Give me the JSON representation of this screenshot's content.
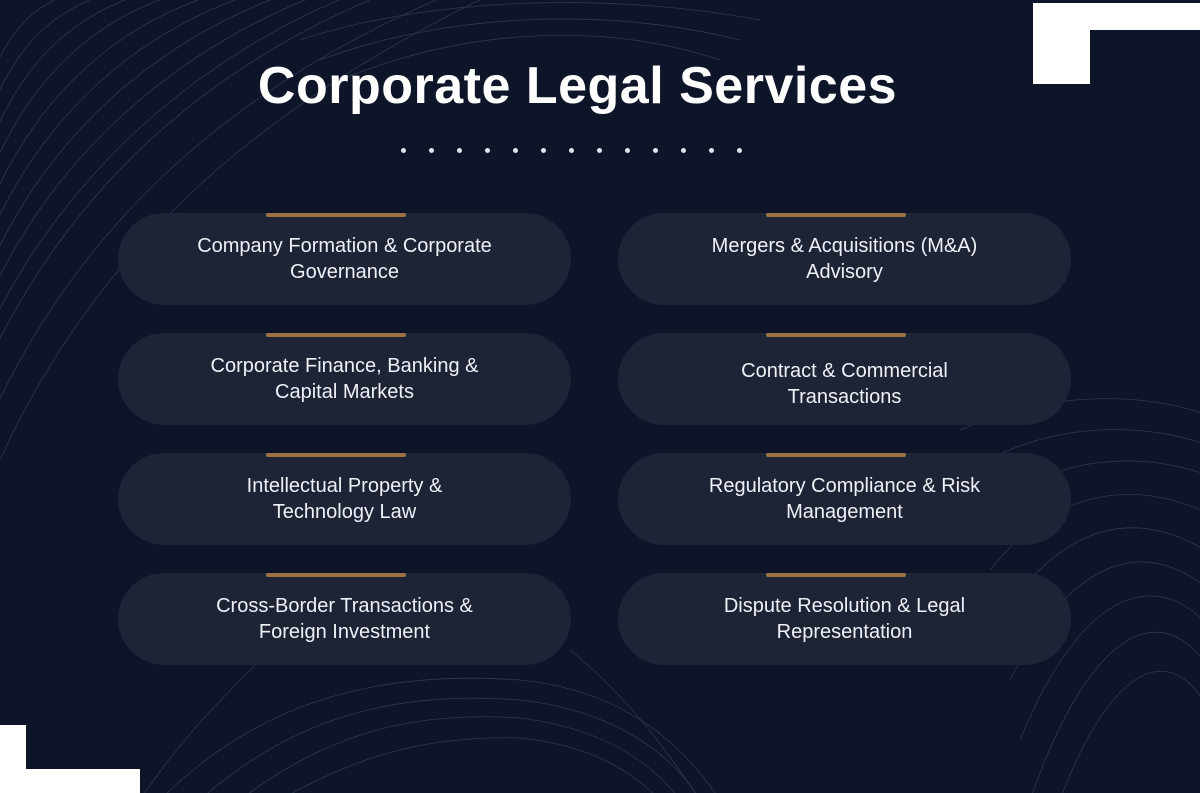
{
  "header": {
    "title": "Corporate Legal Services",
    "dot_count": 13
  },
  "colors": {
    "background": "#0e1529",
    "card": "#1e2336",
    "accent_bar": "#9b7147",
    "text": "#eef1f7",
    "corner_marks": "#ffffff"
  },
  "services": [
    {
      "label": "Company Formation & Corporate Governance"
    },
    {
      "label": "Mergers & Acquisitions (M&A) Advisory"
    },
    {
      "label": "Corporate Finance, Banking & Capital Markets"
    },
    {
      "label": "Contract & Commercial Transactions"
    },
    {
      "label": "Intellectual Property & Technology Law"
    },
    {
      "label": "Regulatory Compliance & Risk Management"
    },
    {
      "label": "Cross-Border Transactions & Foreign Investment"
    },
    {
      "label": "Dispute Resolution & Legal Representation"
    }
  ]
}
